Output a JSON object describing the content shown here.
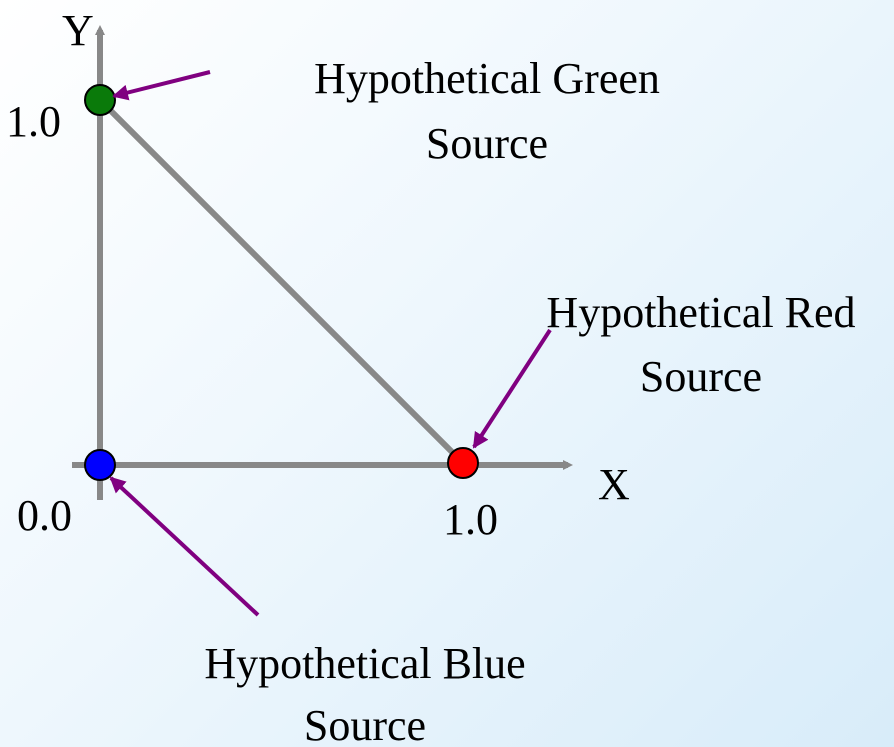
{
  "axes": {
    "x_label": "X",
    "y_label": "Y",
    "origin_label": "0.0",
    "x_max_label": "1.0",
    "y_max_label": "1.0"
  },
  "sources": {
    "green": {
      "label_line1": "Hypothetical Green",
      "label_line2": "Source",
      "color": "#0a7a0a"
    },
    "red": {
      "label_line1": "Hypothetical Red",
      "label_line2": "Source",
      "color": "#ff0000"
    },
    "blue": {
      "label_line1": "Hypothetical Blue",
      "label_line2": "Source",
      "color": "#0000ff"
    }
  },
  "colors": {
    "axis": "#888888",
    "arrow": "#800080"
  }
}
